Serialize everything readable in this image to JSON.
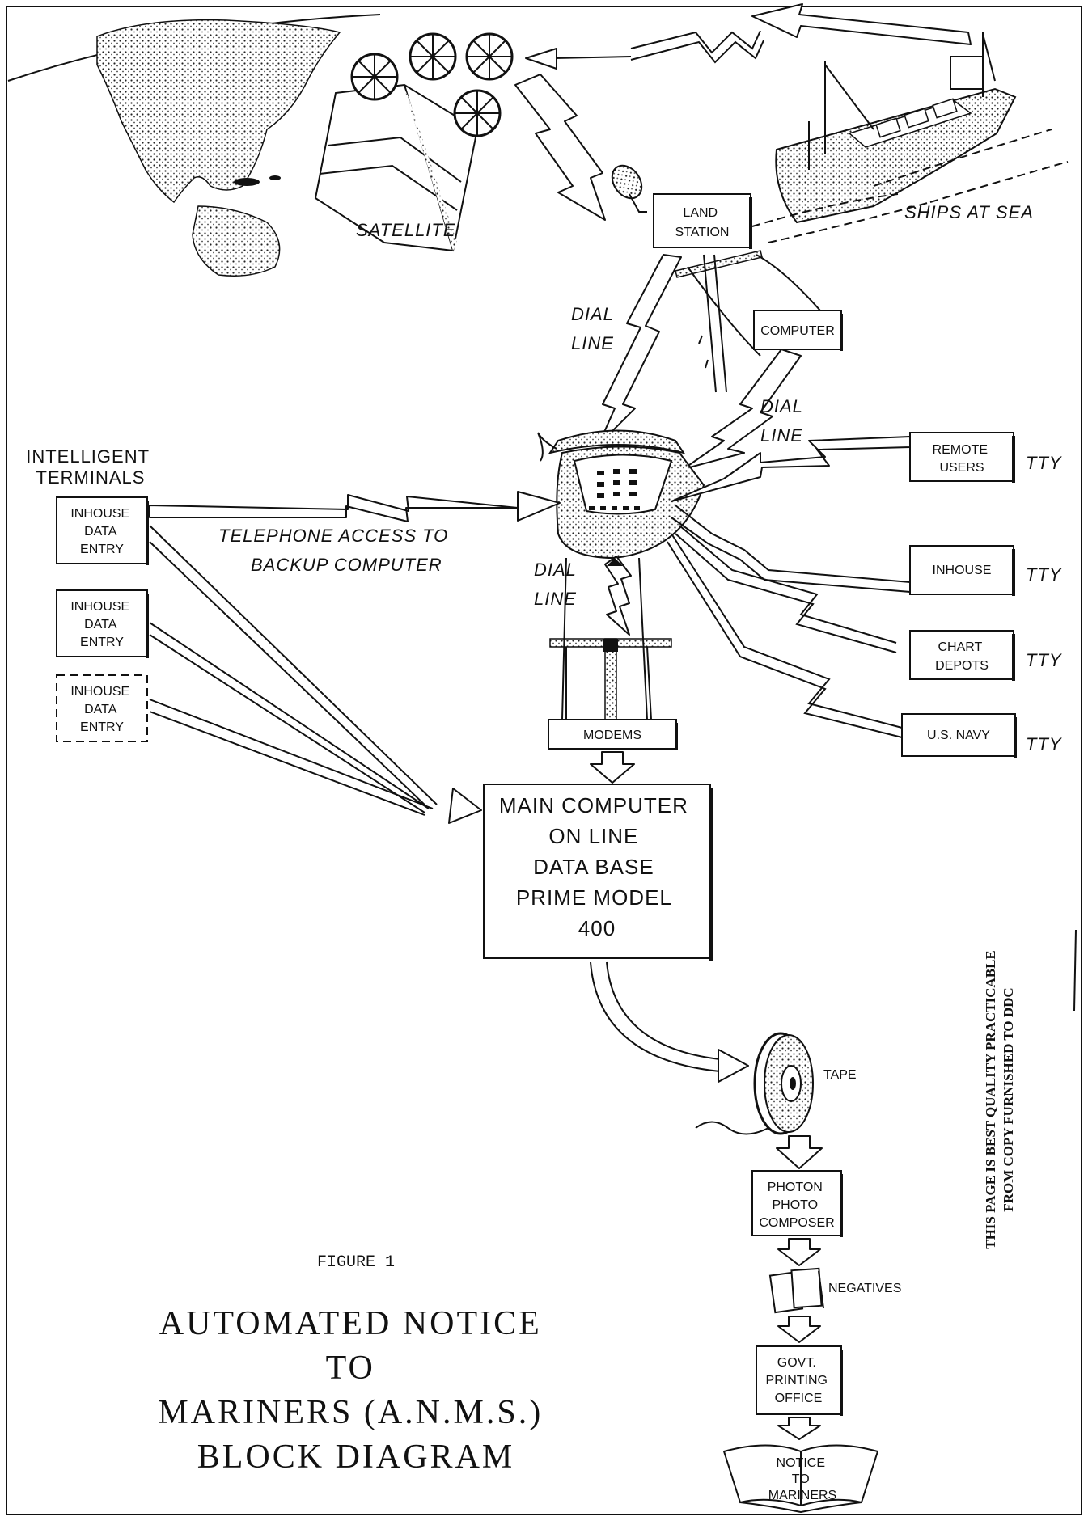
{
  "labels": {
    "satellite": "SATELLITE",
    "ships_at_sea": "SHIPS AT SEA",
    "land_station": [
      "LAND",
      "STATION"
    ],
    "computer": "COMPUTER",
    "dial_line_1": [
      "DIAL",
      "LINE"
    ],
    "dial_line_2": [
      "DIAL",
      "LINE"
    ],
    "dial_line_3": [
      "DIAL",
      "LINE"
    ],
    "intelligent_terminals": [
      "INTELLIGENT",
      "TERMINALS"
    ],
    "inhouse_data_entry": [
      "INHOUSE",
      "DATA",
      "ENTRY"
    ],
    "telephone_access": [
      "TELEPHONE ACCESS TO",
      "BACKUP COMPUTER"
    ],
    "remote_users": [
      "REMOTE",
      "USERS"
    ],
    "inhouse": "INHOUSE",
    "chart_depots": [
      "CHART",
      "DEPOTS"
    ],
    "us_navy": "U.S. NAVY",
    "tty": "TTY",
    "modems": "MODEMS",
    "main_computer": [
      "MAIN COMPUTER",
      "ON LINE",
      "DATA BASE",
      "PRIME MODEL",
      "400"
    ],
    "tape": "TAPE",
    "photon": [
      "PHOTON",
      "PHOTO",
      "COMPOSER"
    ],
    "negatives": "NEGATIVES",
    "gpo": [
      "GOVT.",
      "PRINTING",
      "OFFICE"
    ],
    "notice_book": [
      "NOTICE",
      "TO",
      "MARINERS"
    ]
  },
  "figure": {
    "number": "FIGURE 1",
    "title": [
      "AUTOMATED NOTICE",
      "TO",
      "MARINERS (A.N.M.S.)",
      "BLOCK DIAGRAM"
    ]
  },
  "stamp": [
    "THIS PAGE IS BEST QUALITY PRACTICABLE",
    "FROM COPY FURNISHED TO DDC"
  ]
}
